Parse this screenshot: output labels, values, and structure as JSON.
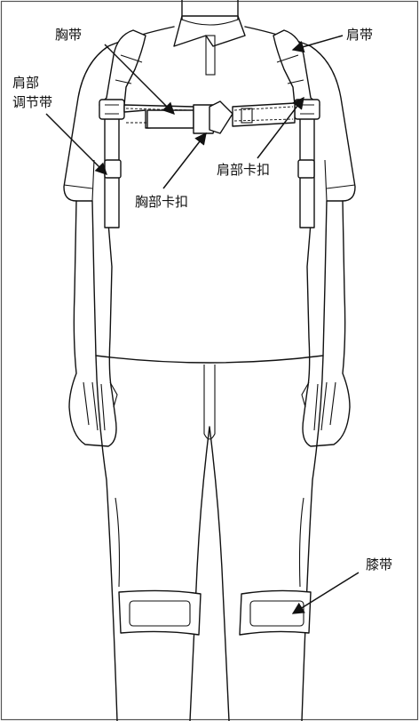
{
  "labels": {
    "chest_strap": "胸带",
    "shoulder_strap": "肩带",
    "shoulder_adjust_line1": "肩部",
    "shoulder_adjust_line2": "调节带",
    "shoulder_buckle": "肩部卡扣",
    "chest_buckle": "胸部卡扣",
    "knee_strap": "膝带"
  },
  "colors": {
    "line": "#111111",
    "background": "#ffffff",
    "frame": "#555555"
  },
  "icons": [
    "arrow-icon"
  ]
}
